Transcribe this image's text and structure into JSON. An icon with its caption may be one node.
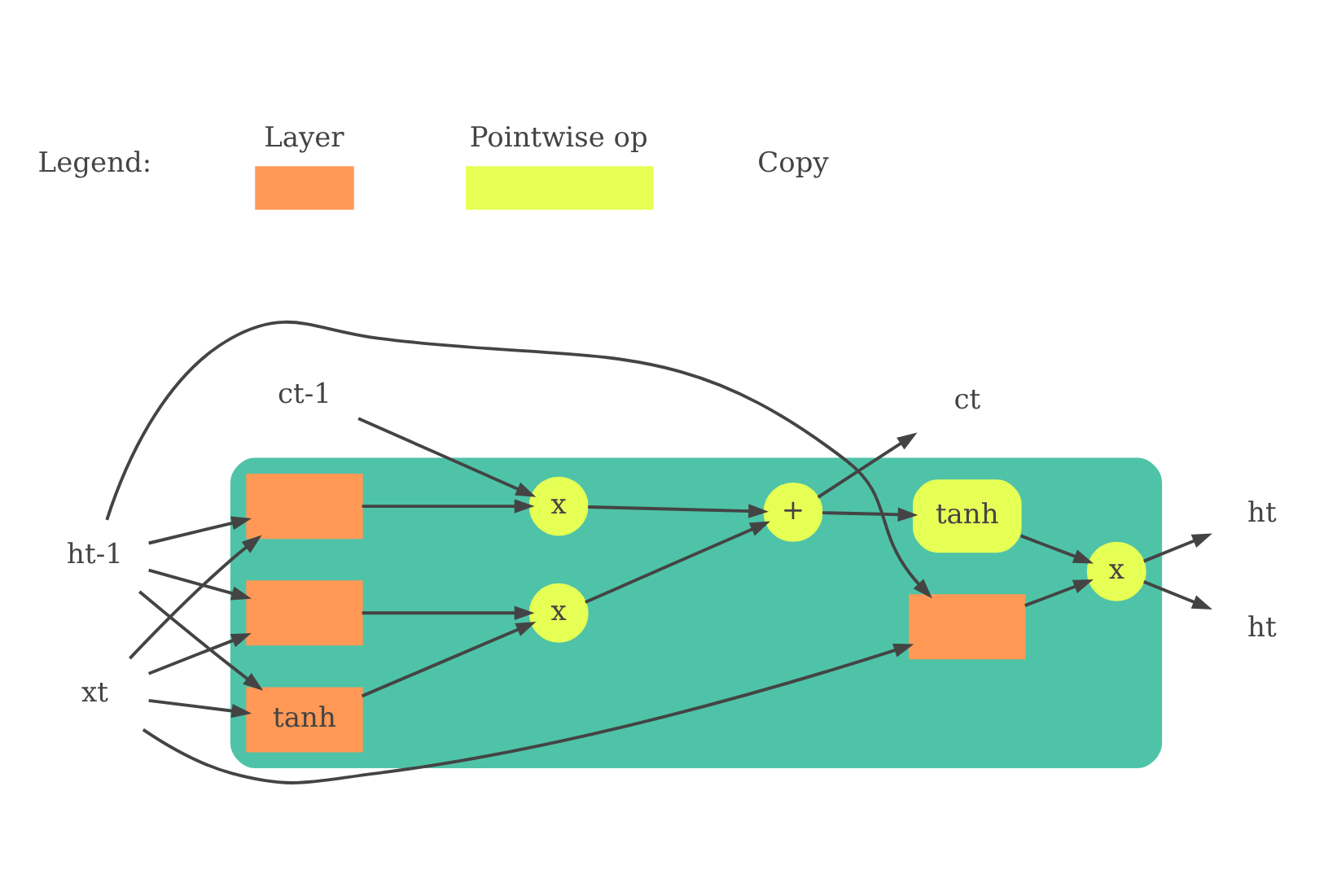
{
  "diagram": {
    "nodes": [
      {
        "text": [],
        "shape": "box"
      },
      {
        "text": [
          "ct-1"
        ]
      },
      {
        "text": [
          "x"
        ],
        "in": 0
      },
      {
        "text": [
          "+"
        ],
        "in": 0
      },
      {
        "text": [
          "x"
        ],
        "in": 0
      },
      {
        "text": [
          "tanh"
        ],
        "in": 0
      },
      {
        "text": [],
        "shape": "box",
        "in": 0
      },
      {
        "text": [],
        "shape": "box",
        "in": 0
      },
      {
        "text": [
          "tanh"
        ],
        "in": 0
      },
      {
        "text": [],
        "shape": "box",
        "in": 0
      },
      {
        "text": [
          "x"
        ],
        "in": 0
      },
      {
        "text": [
          "ht-1"
        ]
      },
      {
        "text": [
          "xt"
        ]
      },
      {
        "text": [
          "ct"
        ]
      },
      {
        "text": [
          "ht"
        ]
      },
      {
        "text": [
          "ht"
        ]
      }
    ],
    "edges": [
      {
        "from": 1,
        "to": 2,
        "arrow": "to"
      },
      {
        "from": 2,
        "to": 3,
        "arrow": "to"
      },
      {
        "from": 3,
        "to": 13,
        "arrow": "to"
      },
      {
        "from": 3,
        "to": 5,
        "arrow": "to"
      },
      {
        "from": 5,
        "to": 10,
        "arrow": "to"
      },
      {
        "from": 4,
        "to": 3,
        "arrow": "to"
      },
      {
        "from": 6,
        "to": 2,
        "arrow": "to"
      },
      {
        "from": 7,
        "to": 4,
        "arrow": "to"
      },
      {
        "from": 8,
        "to": 4,
        "arrow": "to"
      },
      {
        "from": 11,
        "to": 6,
        "arrow": "to"
      },
      {
        "from": 11,
        "to": 7,
        "arrow": "to"
      },
      {
        "from": 11,
        "to": 8,
        "arrow": "to"
      },
      {
        "from": 11,
        "to": 9,
        "arrow": "to"
      },
      {
        "from": 12,
        "to": 6,
        "arrow": "to"
      },
      {
        "from": 12,
        "to": 7,
        "arrow": "to"
      },
      {
        "from": 12,
        "to": 8,
        "arrow": "to"
      },
      {
        "from": 12,
        "to": 9,
        "arrow": "to"
      },
      {
        "from": 9,
        "to": 10,
        "arrow": "to"
      },
      {
        "from": 10,
        "to": 14,
        "arrow": "to"
      },
      {
        "from": 10,
        "to": 15,
        "arrow": "to"
      }
    ],
    "labels": [
      "Legend:"
    ],
    "legend": [
      {
        "text": "Layer",
        "color": "#ff9955"
      },
      {
        "text": "Pointwise op",
        "color": "#e6ff55"
      },
      {
        "text": "Copy"
      }
    ]
  }
}
